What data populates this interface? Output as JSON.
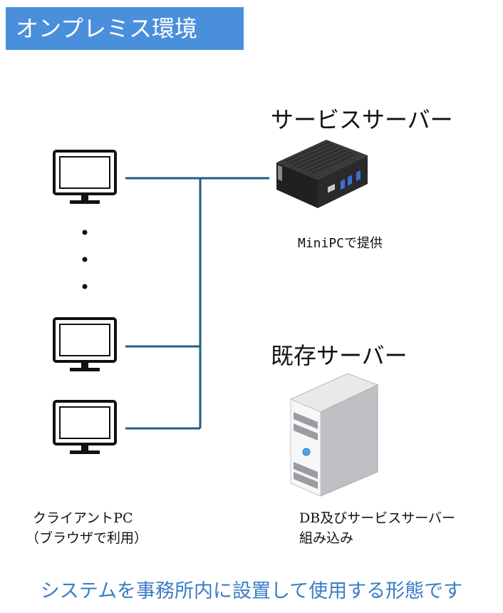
{
  "title": "オンプレミス環境",
  "service_server": {
    "heading": "サービスサーバー",
    "caption": "MiniPCで提供",
    "icon": "mini-pc-icon"
  },
  "existing_server": {
    "heading": "既存サーバー",
    "caption_line1": "DB及びサービスサーバー",
    "caption_line2": "組み込み",
    "icon": "tower-server-icon"
  },
  "clients": {
    "caption_line1": "クライアントPC",
    "caption_line2": "（ブラウザで利用）",
    "icon": "monitor-icon",
    "ellipsis": "⋮"
  },
  "footer": "システムを事務所内に設置して使用する形態です",
  "colors": {
    "banner": "#4a8fdc",
    "network_line": "#1f5f86",
    "footer_text": "#3a7dc4"
  }
}
